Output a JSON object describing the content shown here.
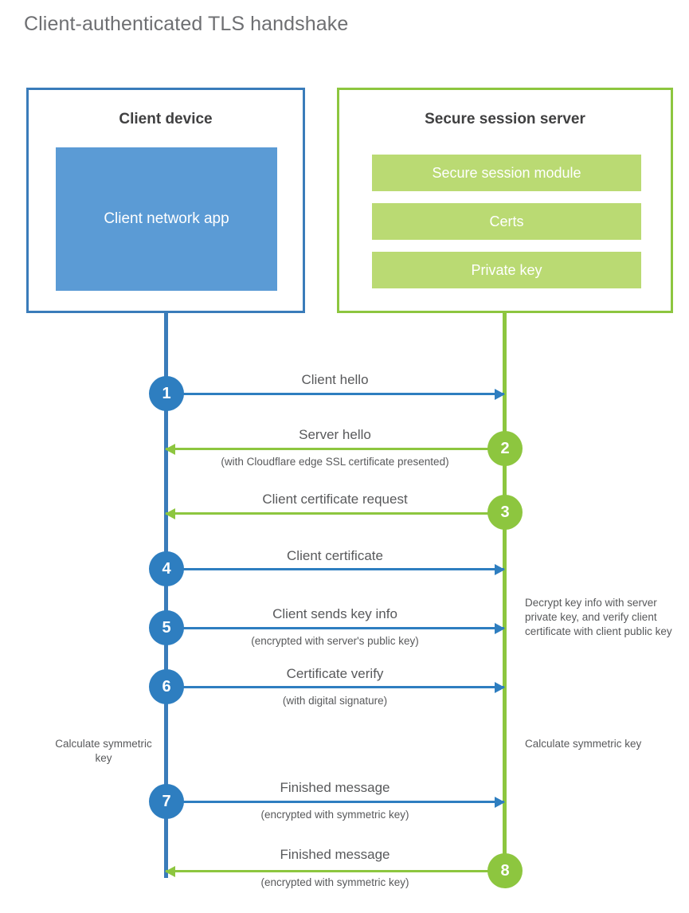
{
  "title": "Client-authenticated TLS handshake",
  "colors": {
    "client_blue": "#2e7ec0",
    "client_border_blue": "#3a7cba",
    "client_app_fill": "#5b9bd5",
    "server_green": "#8dc63f",
    "server_bar_fill": "#bada73",
    "text_gray": "#58595b",
    "heading_gray": "#404041",
    "title_gray": "#6e6f72",
    "background": "#ffffff"
  },
  "client": {
    "title": "Client device",
    "app_label": "Client network app"
  },
  "server": {
    "title": "Secure session server",
    "bars": [
      {
        "label": "Secure session module"
      },
      {
        "label": "Certs"
      },
      {
        "label": "Private key"
      }
    ]
  },
  "steps": [
    {
      "number": "1",
      "label": "Client hello",
      "sub": "",
      "direction": "to-server",
      "origin": "client"
    },
    {
      "number": "2",
      "label": "Server hello",
      "sub": "(with Cloudflare edge SSL certificate presented)",
      "direction": "to-client",
      "origin": "server"
    },
    {
      "number": "3",
      "label": "Client certificate request",
      "sub": "",
      "direction": "to-client",
      "origin": "server"
    },
    {
      "number": "4",
      "label": "Client certificate",
      "sub": "",
      "direction": "to-server",
      "origin": "client"
    },
    {
      "number": "5",
      "label": "Client sends key info",
      "sub": "(encrypted with server's public key)",
      "direction": "to-server",
      "origin": "client"
    },
    {
      "number": "6",
      "label": "Certificate verify",
      "sub": "(with digital signature)",
      "direction": "to-server",
      "origin": "client"
    },
    {
      "number": "7",
      "label": "Finished message",
      "sub": "(encrypted with symmetric key)",
      "direction": "to-server",
      "origin": "client"
    },
    {
      "number": "8",
      "label": "Finished message",
      "sub": "(encrypted with symmetric key)",
      "direction": "to-client",
      "origin": "server"
    }
  ],
  "annotations": {
    "server_decrypt": "Decrypt key info with server private key, and verify client certificate with client public key",
    "client_calculate": "Calculate symmetric key",
    "server_calculate": "Calculate symmetric key"
  }
}
